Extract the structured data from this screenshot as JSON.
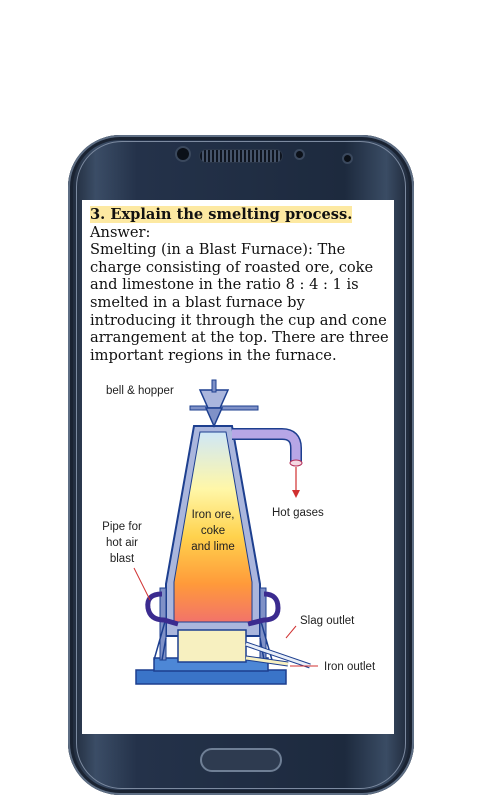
{
  "question": "3. Explain the smelting process.",
  "answer_label": "Answer:",
  "answer_text": "Smelting (in a Blast Furnace): The charge consisting of roasted ore, coke and limestone in the ratio 8 : 4 : 1 is smelted in a blast furnace by introducing it through the cup and cone arrangement at the top. There are three important regions in the furnace.",
  "diagram": {
    "label_bell": "bell & hopper",
    "label_hot_gases": "Hot gases",
    "label_charge": [
      "Iron ore,",
      "coke",
      "and lime"
    ],
    "label_pipe": [
      "Pipe for",
      "hot air",
      "blast"
    ],
    "label_slag": "Slag outlet",
    "label_iron": "Iron outlet"
  },
  "colors": {
    "highlight": "#fde9a2",
    "furnace_frame": "#1d3f8f",
    "furnace_fill": "#aab6dd"
  }
}
